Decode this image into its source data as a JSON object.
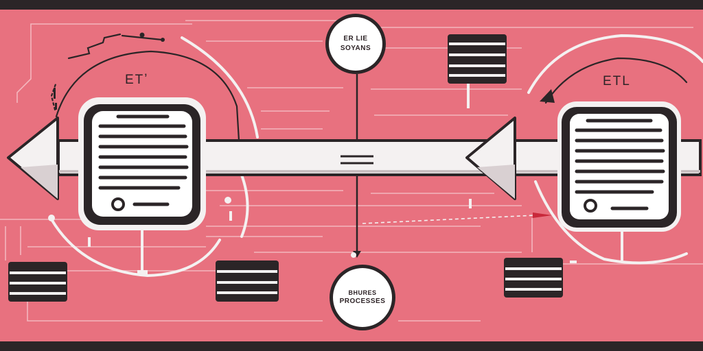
{
  "colors": {
    "background": "#e8717f",
    "band": "#2b2527",
    "outline": "#2b2527",
    "white": "#f4f1f1",
    "line_light": "#f6c3c9",
    "accent_red": "#c8283a"
  },
  "labels": {
    "etl_left": "ETʼ",
    "etl_right": "ETL",
    "circle_top_line1": "ER LIE",
    "circle_top_line2": "SOYANS",
    "circle_bottom_line1": "BHURES",
    "circle_bottom_line2": "PROCESSES"
  },
  "icons": {
    "document_left": "document-icon",
    "document_right": "document-icon",
    "arrow_left": "left-arrow-icon",
    "arrow_center": "left-arrow-icon",
    "equals": "equals-icon"
  }
}
